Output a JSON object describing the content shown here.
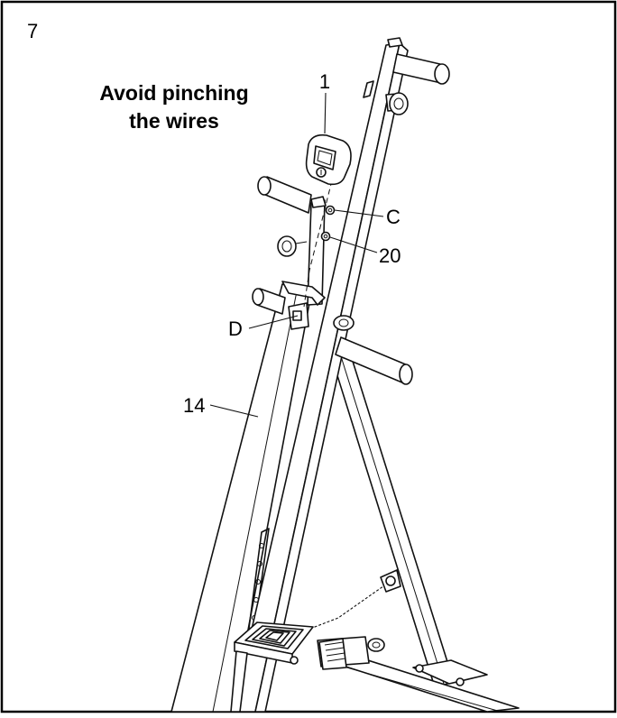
{
  "step_number": "7",
  "warning": {
    "line1": "Avoid pinching",
    "line2": "the wires"
  },
  "callouts": {
    "console": "1",
    "screw_c": "C",
    "screw_20": "20",
    "label_d": "D",
    "upright": "14"
  }
}
